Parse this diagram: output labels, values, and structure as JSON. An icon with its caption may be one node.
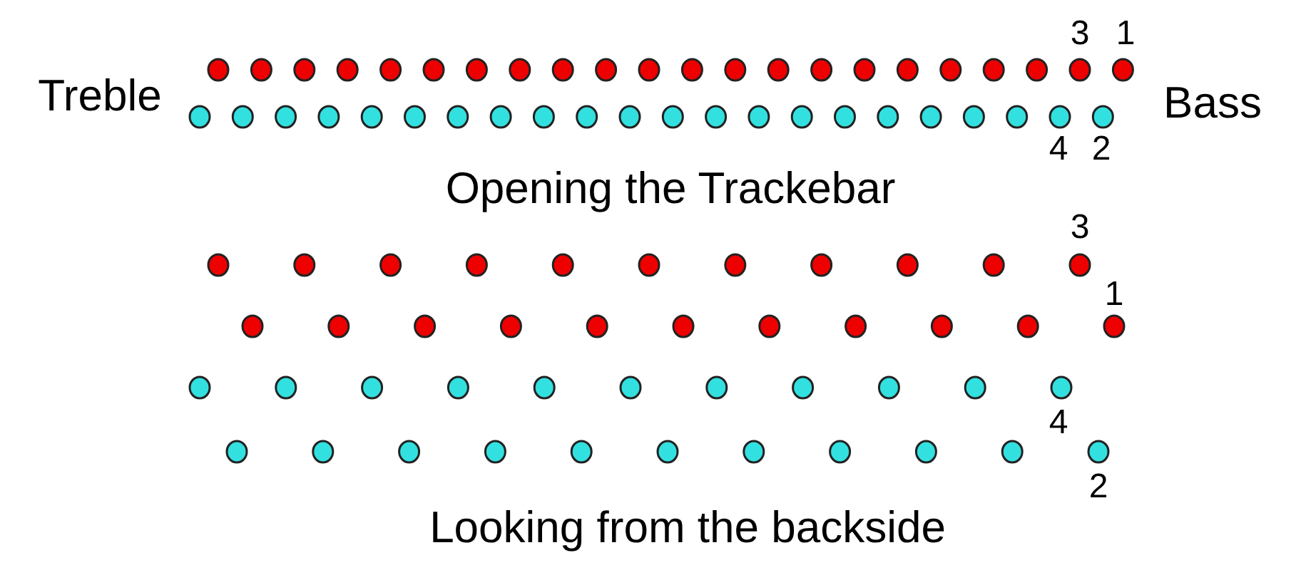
{
  "diagram": {
    "labels": [
      "3",
      "1",
      "Treble",
      "Bass",
      "4",
      "2",
      "Opening the Trackebar",
      "3",
      "1",
      "4",
      "2",
      "Looking from the backside"
    ]
  }
}
